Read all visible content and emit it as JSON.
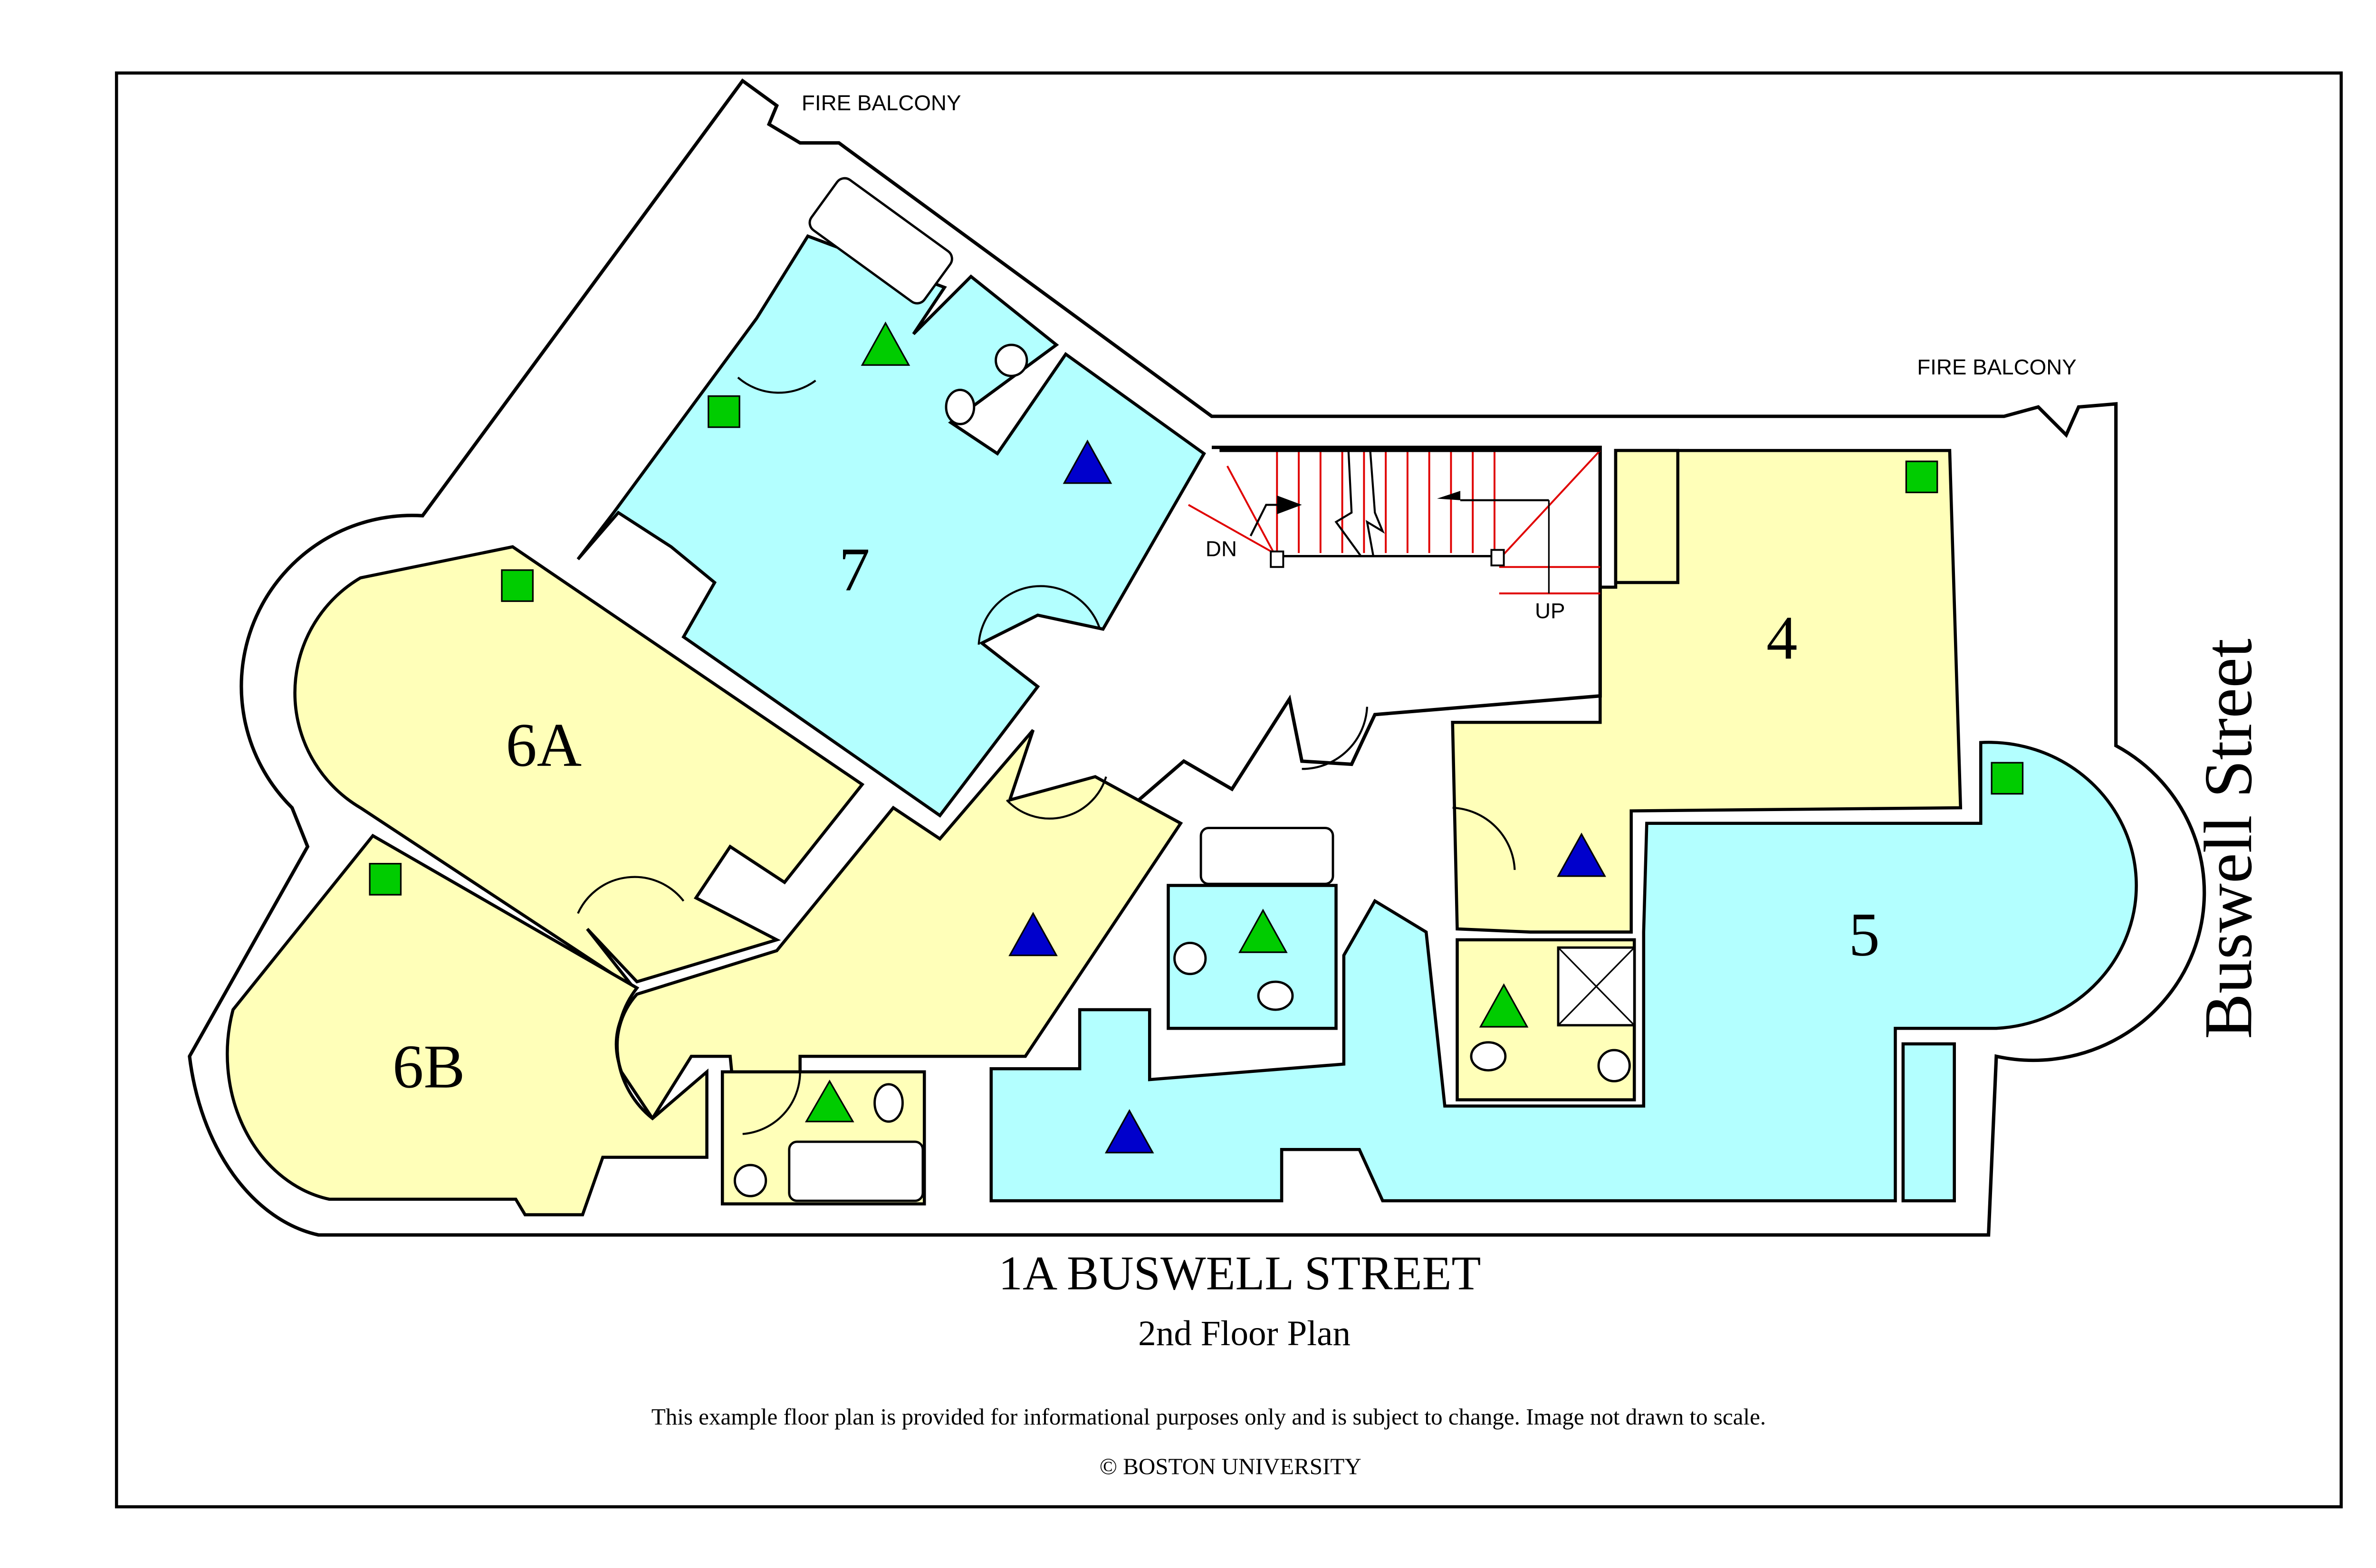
{
  "colors": {
    "cyan": "#b3ffff",
    "yellow": "#ffffb9",
    "green": "#00cc00",
    "blue": "#0000cc",
    "stair": "#e00000"
  },
  "labels": {
    "fire_balcony_1": "FIRE  BALCONY",
    "fire_balcony_2": "FIRE  BALCONY",
    "dn": "DN",
    "up": "UP",
    "street": "Buswell Street"
  },
  "rooms": [
    {
      "id": "7",
      "label": "7"
    },
    {
      "id": "6A",
      "label": "6A"
    },
    {
      "id": "6B",
      "label": "6B"
    },
    {
      "id": "4",
      "label": "4"
    },
    {
      "id": "5",
      "label": "5"
    }
  ],
  "footer": {
    "title": "1A BUSWELL STREET",
    "subtitle": "2nd Floor Plan",
    "disclaimer": "This example floor plan is provided for informational purposes only and is subject to change. Image not drawn to scale.",
    "copyright": "© BOSTON UNIVERSITY"
  }
}
